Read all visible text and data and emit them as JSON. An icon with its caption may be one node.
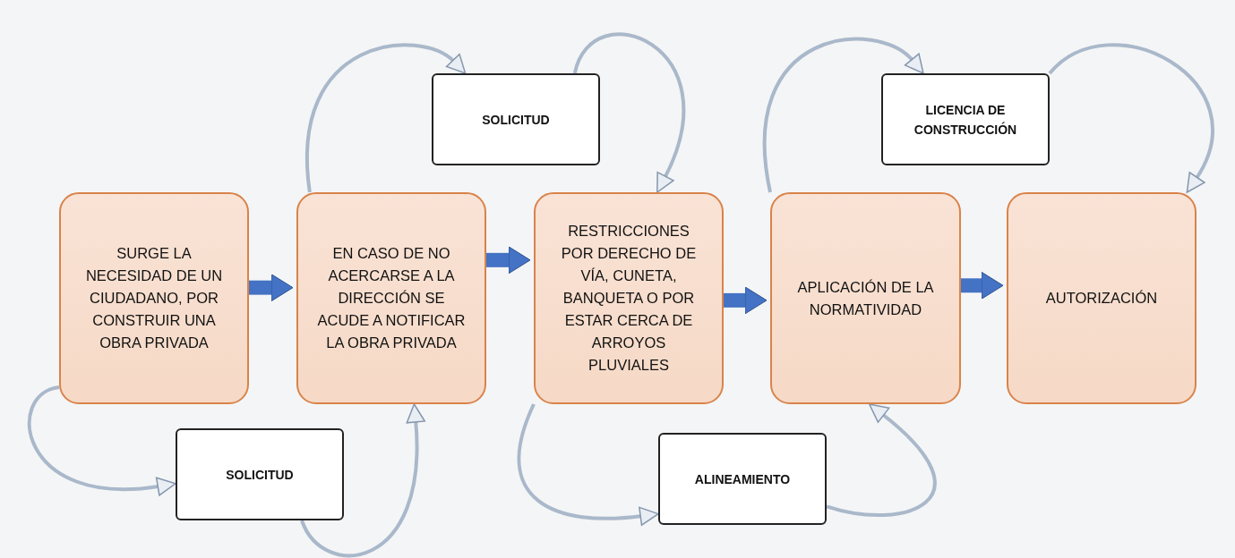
{
  "diagram": {
    "nodes": [
      {
        "text": [
          "SURGE LA NECESIDAD DE UN CIUDADANO, POR CONSTRUIR UNA OBRA PRIVADA"
        ]
      },
      {
        "text": [
          "EN CASO DE NO ACERCARSE A LA DIRECCIÓN SE ACUDE A NOTIFICAR LA OBRA PRIVADA"
        ]
      },
      {
        "text": [
          "RESTRICCIONES POR DERECHO DE VÍA, CUNETA, BANQUETA O POR ESTAR CERCA DE ARROYOS PLUVIALES"
        ]
      },
      {
        "text": [
          "APLICACIÓN DE LA NORMATIVIDAD"
        ]
      },
      {
        "text": [
          "AUTORIZACIÓN"
        ]
      },
      {
        "text": [
          "SOLICITUD"
        ]
      },
      {
        "text": [
          "LICENCIA DE CONSTRUCCIÓN"
        ]
      },
      {
        "text": [
          "SOLICITUD"
        ]
      },
      {
        "text": [
          "ALINEAMIENTO"
        ]
      }
    ],
    "edges": [
      {
        "from": 0,
        "to": 1,
        "arrow": "to",
        "style": "thick",
        "color": "#4472c4"
      },
      {
        "from": 1,
        "to": 2,
        "arrow": "to",
        "style": "thick",
        "color": "#4472c4"
      },
      {
        "from": 2,
        "to": 3,
        "arrow": "to",
        "style": "thick",
        "color": "#4472c4"
      },
      {
        "from": 3,
        "to": 4,
        "arrow": "to",
        "style": "thick",
        "color": "#4472c4"
      },
      {
        "from": 0,
        "to": 7,
        "arrow": "to"
      },
      {
        "from": 7,
        "to": 1,
        "arrow": "to"
      },
      {
        "from": 1,
        "to": 5,
        "arrow": "to"
      },
      {
        "from": 5,
        "to": 2,
        "arrow": "to"
      },
      {
        "from": 2,
        "to": 8,
        "arrow": "to"
      },
      {
        "from": 8,
        "to": 3,
        "arrow": "to"
      },
      {
        "from": 3,
        "to": 6,
        "arrow": "to"
      },
      {
        "from": 6,
        "to": 4,
        "arrow": "to"
      }
    ]
  }
}
